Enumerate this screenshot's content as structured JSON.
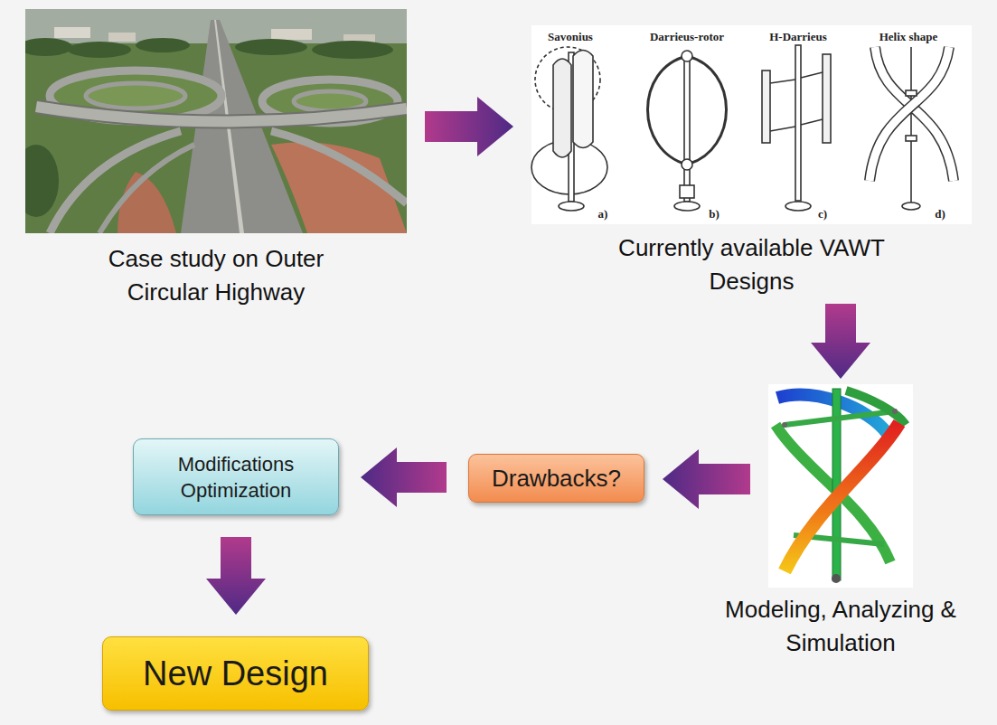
{
  "diagram": {
    "nodes": [
      {
        "text": [
          "Case study on Outer Circular Highway"
        ]
      },
      {
        "text": [
          "Currently available VAWT Designs"
        ]
      },
      {
        "text": [
          "Modeling, Analyzing & Simulation"
        ]
      },
      {
        "text": [
          "Drawbacks?"
        ]
      },
      {
        "text": [
          "Modifications Optimization"
        ]
      },
      {
        "text": [
          "New Design"
        ]
      }
    ],
    "edges": [
      {
        "from": 0,
        "to": 1,
        "arrow": "to"
      },
      {
        "from": 1,
        "to": 2,
        "arrow": "to"
      },
      {
        "from": 2,
        "to": 3,
        "arrow": "to"
      },
      {
        "from": 3,
        "to": 4,
        "arrow": "to"
      },
      {
        "from": 4,
        "to": 5,
        "arrow": "to"
      }
    ],
    "labels": [
      "Savonius",
      "Darrieus-rotor",
      "H-Darrieus",
      "Helix shape",
      "a)",
      "b)",
      "c)",
      "d)"
    ]
  }
}
